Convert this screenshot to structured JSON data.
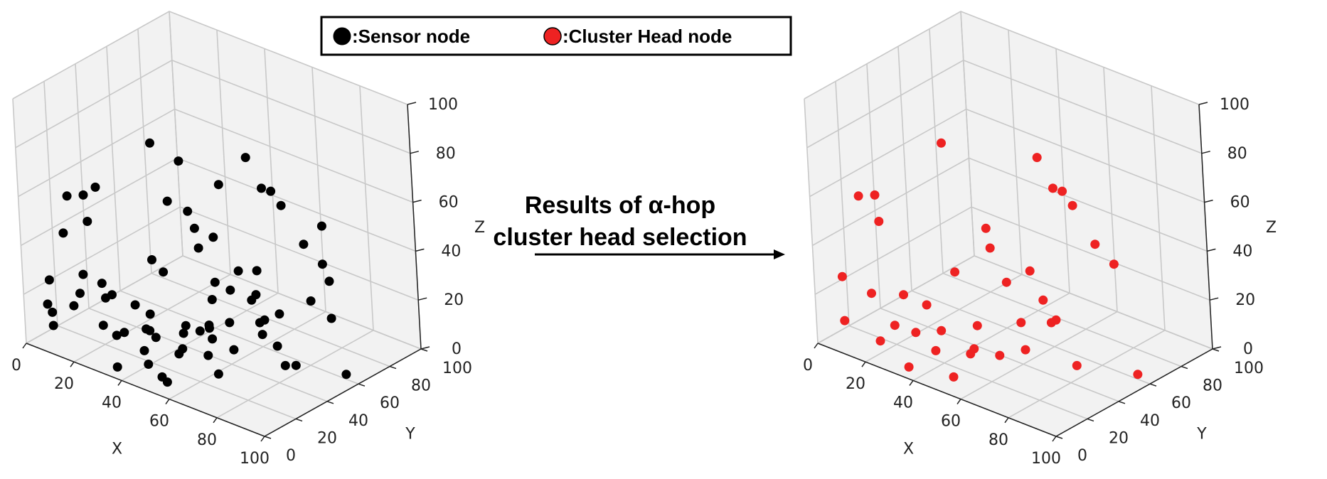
{
  "legend": {
    "sensor_label": ":Sensor node",
    "cluster_label": ":Cluster Head node"
  },
  "annotation": {
    "line1": "Results of α-hop",
    "line2": "cluster head selection"
  },
  "colors": {
    "sensor": "#000000",
    "cluster_head": "#ee2222"
  },
  "chart_data": [
    {
      "type": "scatter",
      "projection": "3d",
      "name_label": "sensor-plot",
      "xlabel": "X",
      "ylabel": "Y",
      "zlabel": "Z",
      "xlim": [
        0,
        100
      ],
      "ylim": [
        0,
        100
      ],
      "zlim": [
        0,
        100
      ],
      "xticks": [
        0,
        20,
        40,
        60,
        80,
        100
      ],
      "yticks": [
        0,
        20,
        40,
        60,
        80,
        100
      ],
      "zticks": [
        0,
        20,
        40,
        60,
        80,
        100
      ],
      "grid": true,
      "points": [
        [
          15,
          5,
          49
        ],
        [
          12,
          23,
          57
        ],
        [
          8,
          3,
          18
        ],
        [
          10,
          3,
          10
        ],
        [
          18,
          16,
          51
        ],
        [
          17,
          13,
          30
        ],
        [
          5,
          10,
          11
        ],
        [
          20,
          20,
          25
        ],
        [
          9,
          22,
          16
        ],
        [
          13,
          12,
          16
        ],
        [
          10,
          2,
          29
        ],
        [
          14,
          10,
          62
        ],
        [
          16,
          25,
          61
        ],
        [
          30,
          40,
          79
        ],
        [
          22,
          23,
          20
        ],
        [
          40,
          11,
          27
        ],
        [
          50,
          20,
          70
        ],
        [
          55,
          25,
          66
        ],
        [
          52,
          33,
          55
        ],
        [
          62,
          35,
          76
        ],
        [
          48,
          18,
          41
        ],
        [
          55,
          40,
          50
        ],
        [
          45,
          12,
          18
        ],
        [
          40,
          17,
          15
        ],
        [
          42,
          20,
          43
        ],
        [
          30,
          13,
          10
        ],
        [
          40,
          20,
          20
        ],
        [
          38,
          18,
          5
        ],
        [
          57,
          30,
          6
        ],
        [
          52,
          33,
          13
        ],
        [
          60,
          40,
          17
        ],
        [
          72,
          47,
          74
        ],
        [
          65,
          40,
          40
        ],
        [
          60,
          30,
          30
        ],
        [
          70,
          40,
          30
        ],
        [
          72,
          40,
          33
        ],
        [
          75,
          37,
          45
        ],
        [
          80,
          47,
          70
        ],
        [
          82,
          30,
          30
        ],
        [
          83,
          38,
          30
        ],
        [
          95,
          49,
          51
        ],
        [
          92,
          57,
          40
        ],
        [
          90,
          60,
          23
        ],
        [
          95,
          60,
          2
        ],
        [
          82,
          27,
          30
        ],
        [
          80,
          40,
          15
        ],
        [
          82,
          48,
          5
        ],
        [
          85,
          37,
          10
        ],
        [
          60,
          10,
          17
        ],
        [
          65,
          20,
          25
        ],
        [
          70,
          17,
          8
        ],
        [
          72,
          10,
          30
        ],
        [
          72,
          15,
          47
        ],
        [
          77,
          17,
          45
        ],
        [
          85,
          55,
          30
        ],
        [
          86,
          51,
          55
        ],
        [
          88,
          60,
          60
        ],
        [
          82,
          10,
          25
        ],
        [
          73,
          10,
          26
        ],
        [
          54,
          5,
          5
        ],
        [
          52,
          11,
          0
        ],
        [
          55,
          20,
          21
        ],
        [
          45,
          10,
          5
        ],
        [
          48,
          25,
          5
        ],
        [
          30,
          5,
          17
        ],
        [
          33,
          3,
          30
        ],
        [
          33,
          8,
          0
        ],
        [
          35,
          30,
          5
        ],
        [
          25,
          25,
          5
        ],
        [
          40,
          40,
          5
        ],
        [
          60,
          60,
          5
        ],
        [
          50,
          70,
          70
        ],
        [
          60,
          70,
          60
        ],
        [
          35,
          50,
          70
        ],
        [
          45,
          45,
          40
        ]
      ]
    },
    {
      "type": "scatter",
      "projection": "3d",
      "name_label": "cluster-head-plot",
      "xlabel": "X",
      "ylabel": "Y",
      "zlabel": "Z",
      "xlim": [
        0,
        100
      ],
      "ylim": [
        0,
        100
      ],
      "zlim": [
        0,
        100
      ],
      "xticks": [
        0,
        20,
        40,
        60,
        80,
        100
      ],
      "yticks": [
        0,
        20,
        40,
        60,
        80,
        100
      ],
      "zticks": [
        0,
        20,
        40,
        60,
        80,
        100
      ],
      "grid": true,
      "points": [
        [
          12,
          23,
          57
        ],
        [
          10,
          3,
          12
        ],
        [
          10,
          3,
          30
        ],
        [
          18,
          16,
          51
        ],
        [
          9,
          22,
          16
        ],
        [
          14,
          10,
          62
        ],
        [
          30,
          40,
          79
        ],
        [
          22,
          23,
          20
        ],
        [
          40,
          11,
          27
        ],
        [
          52,
          33,
          55
        ],
        [
          48,
          18,
          41
        ],
        [
          45,
          12,
          18
        ],
        [
          38,
          18,
          5
        ],
        [
          57,
          30,
          6
        ],
        [
          60,
          40,
          17
        ],
        [
          72,
          47,
          74
        ],
        [
          65,
          40,
          40
        ],
        [
          70,
          40,
          30
        ],
        [
          80,
          47,
          70
        ],
        [
          82,
          30,
          30
        ],
        [
          95,
          49,
          51
        ],
        [
          95,
          60,
          2
        ],
        [
          82,
          27,
          30
        ],
        [
          85,
          37,
          10
        ],
        [
          60,
          10,
          17
        ],
        [
          72,
          15,
          47
        ],
        [
          86,
          51,
          55
        ],
        [
          82,
          10,
          25
        ],
        [
          54,
          5,
          5
        ],
        [
          55,
          20,
          21
        ],
        [
          48,
          25,
          5
        ],
        [
          30,
          5,
          17
        ],
        [
          33,
          8,
          0
        ],
        [
          25,
          25,
          5
        ],
        [
          50,
          70,
          70
        ],
        [
          60,
          70,
          60
        ],
        [
          45,
          45,
          40
        ],
        [
          20,
          10,
          5
        ]
      ]
    }
  ]
}
